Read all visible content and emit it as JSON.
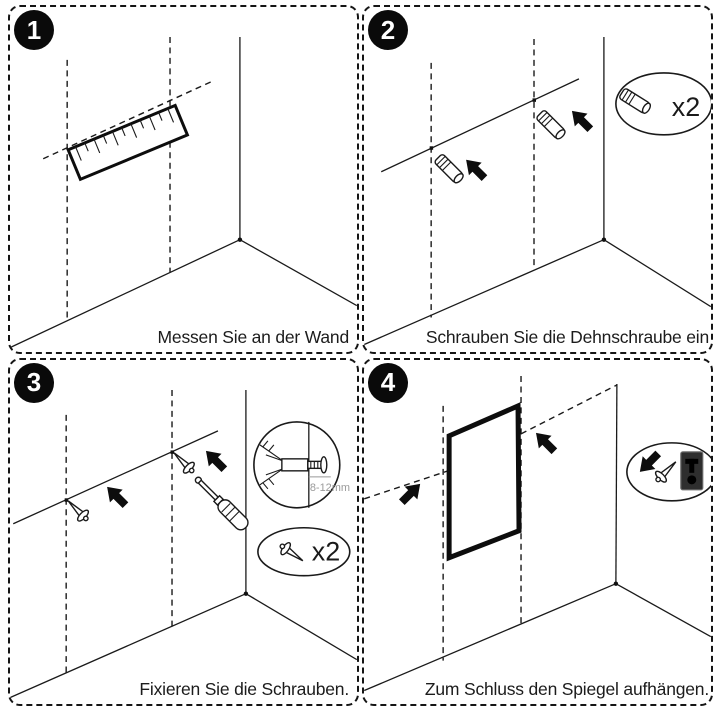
{
  "sheet": {
    "background": "#ffffff",
    "line_color": "#1a1a1a",
    "badge_color": "#0a0a0a",
    "detail_text_color": "#9b9b9b"
  },
  "panels": [
    {
      "number": "1",
      "caption": "Messen Sie an der Wand"
    },
    {
      "number": "2",
      "caption": "Schrauben Sie die Dehnschraube ein",
      "count_label": "x2"
    },
    {
      "number": "3",
      "caption": "Fixieren Sie die Schrauben.",
      "count_label": "x2",
      "detail_label": "8-12mm"
    },
    {
      "number": "4",
      "caption": "Zum Schluss den Spiegel aufhängen."
    }
  ]
}
